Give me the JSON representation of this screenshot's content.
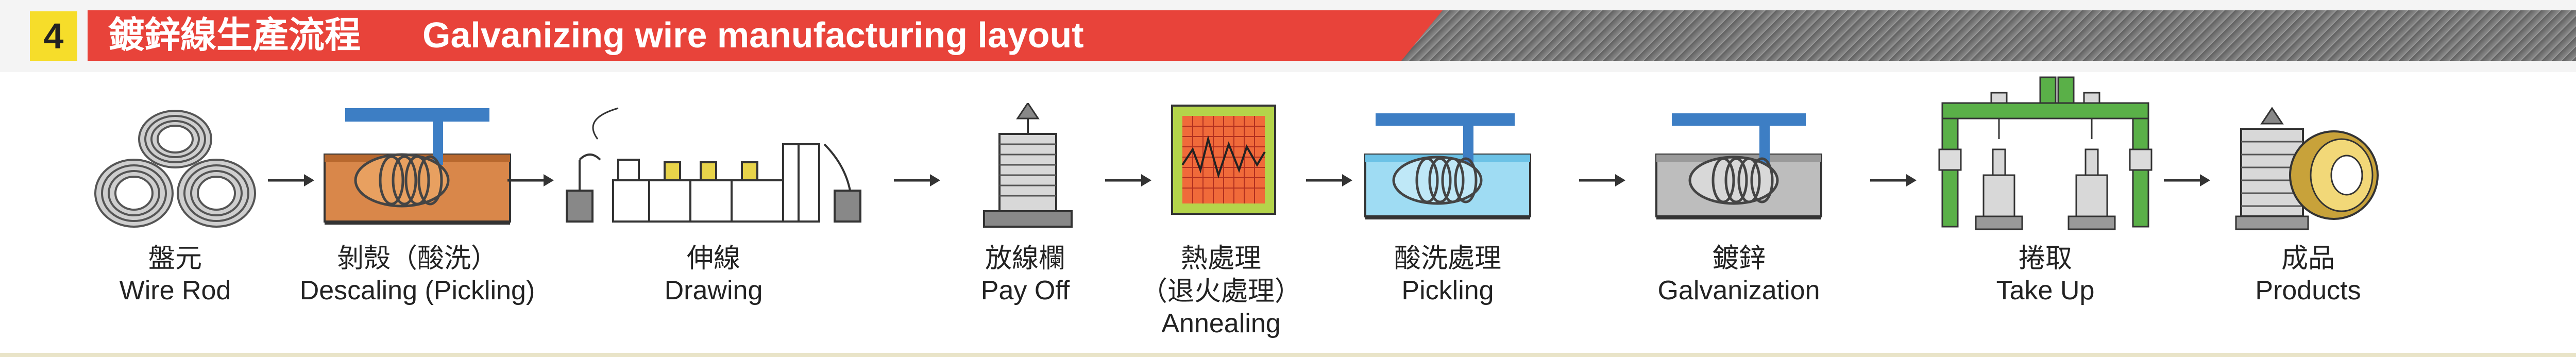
{
  "header": {
    "step_number": "4",
    "title_zh": "鍍鋅線生產流程",
    "title_en": "Galvanizing wire manufacturing layout"
  },
  "steps": [
    {
      "zh": "盤元",
      "en": "Wire Rod",
      "icon": "wire-rod-coils-icon"
    },
    {
      "zh": "剝殼（酸洗）",
      "en": "Descaling (Pickling)",
      "icon": "descaling-tank-icon"
    },
    {
      "zh": "伸線",
      "en": "Drawing",
      "icon": "drawing-machine-icon"
    },
    {
      "zh": "放線欄",
      "en": "Pay Off",
      "icon": "pay-off-stand-icon"
    },
    {
      "zh": "熱處理",
      "zh2": "（退火處理）",
      "en": "Annealing",
      "icon": "annealing-furnace-icon"
    },
    {
      "zh": "酸洗處理",
      "en": "Pickling",
      "icon": "pickling-tank-icon"
    },
    {
      "zh": "鍍鋅",
      "en": "Galvanization",
      "icon": "galvanizing-bath-icon"
    },
    {
      "zh": "捲取",
      "en": "Take Up",
      "icon": "take-up-frame-icon"
    },
    {
      "zh": "成品",
      "en": "Products",
      "icon": "finished-coils-icon"
    }
  ],
  "colors": {
    "header_red": "#e8433a",
    "header_gray": "#6e6e6e",
    "step_yellow": "#f6dd2a",
    "tank_blue": "#3d7ec4",
    "descaling_orange": "#d9874a",
    "pickling_liquid": "#9fdcf3",
    "annealing_grid": "#e23a2a"
  }
}
